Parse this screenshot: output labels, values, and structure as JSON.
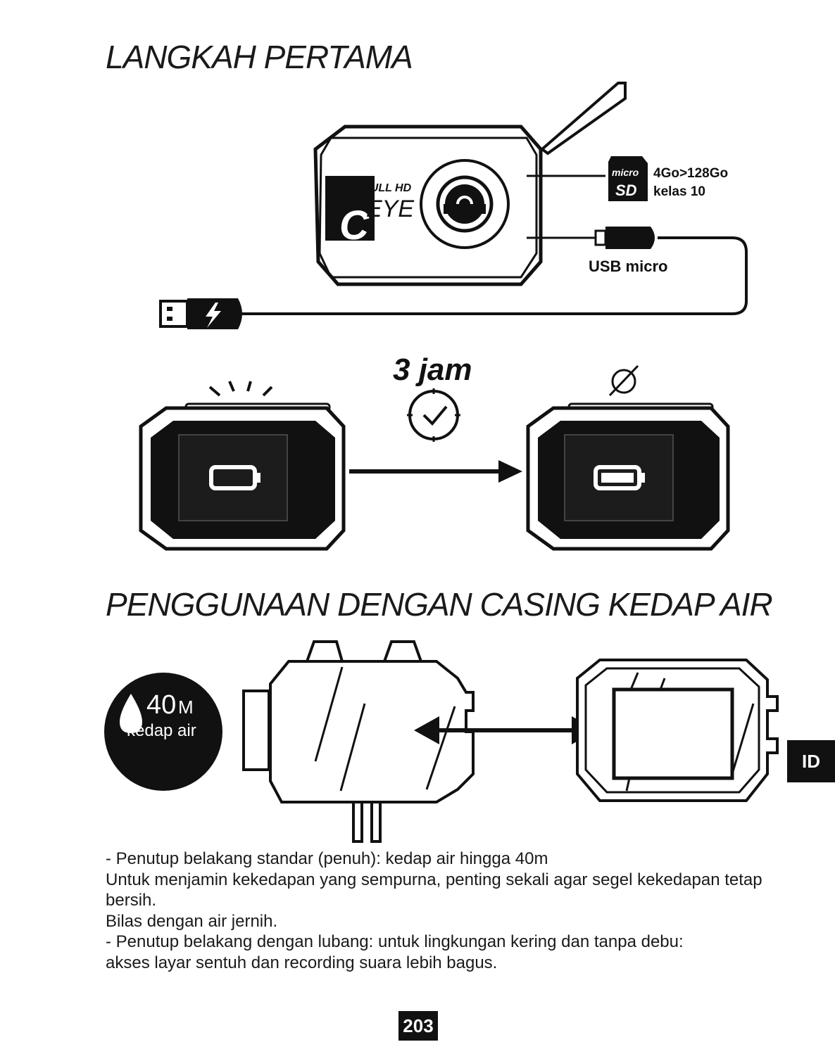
{
  "section1": {
    "title": "LANGKAH PERTAMA"
  },
  "camera": {
    "brand_top": "FULL HD",
    "brand_main": "EYE",
    "brand_initial": "C"
  },
  "sd_card": {
    "line1": "micro",
    "line2": "SD",
    "capacity": "4Go>128Go",
    "class": "kelas 10"
  },
  "usb": {
    "label": "USB micro"
  },
  "charging": {
    "duration": "3 jam"
  },
  "section2": {
    "title": "PENGGUNAAN DENGAN CASING KEDAP AIR"
  },
  "depth_badge": {
    "depth": "40",
    "unit": "M",
    "label": "kedap air"
  },
  "body": {
    "line1": "-   Penutup belakang standar (penuh): kedap air hingga 40m",
    "line2": "Untuk menjamin kekedapan yang sempurna, penting sekali agar segel kekedapan tetap bersih.",
    "line3": "Bilas dengan air jernih.",
    "line4": "-   Penutup belakang dengan lubang: untuk lingkungan kering dan tanpa debu:",
    "line5": "akses layar sentuh dan recording suara lebih bagus."
  },
  "lang_tab": "ID",
  "page_number": "203"
}
